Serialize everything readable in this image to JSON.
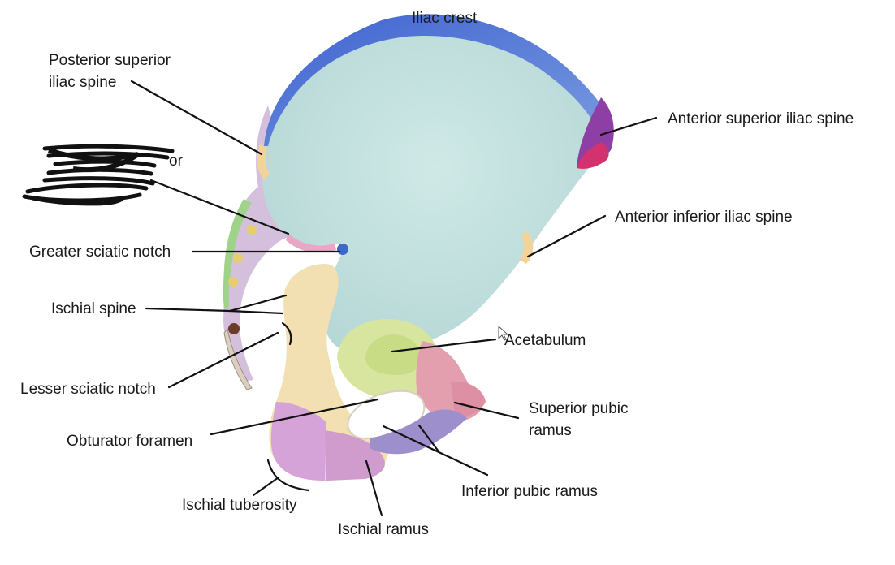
{
  "diagram": {
    "labels": {
      "iliac_crest": "Iliac crest",
      "posterior_superior_iliac_spine_line1": "Posterior superior",
      "posterior_superior_iliac_spine_line2": "iliac spine",
      "anterior_superior_iliac_spine": "Anterior superior iliac spine",
      "anterior_inferior_iliac_spine": "Anterior inferior iliac spine",
      "greater_sciatic_notch": "Greater sciatic notch",
      "ischial_spine": "Ischial spine",
      "acetabulum": "Acetabulum",
      "lesser_sciatic_notch": "Lesser sciatic notch",
      "superior_pubic_ramus_line1": "Superior pubic",
      "superior_pubic_ramus_line2": "ramus",
      "obturator_foramen": "Obturator foramen",
      "inferior_pubic_ramus": "Inferior pubic ramus",
      "ischial_tuberosity": "Ischial tuberosity",
      "ischial_ramus": "Ischial ramus"
    },
    "scribbled_label_visible_fragment": "or",
    "colors": {
      "ilium_body": "#c5e4e2",
      "iliac_crest": "#5b7fd6",
      "anterior_superior_spine": "#a0389a",
      "ischium": "#f3e0b0",
      "ischial_tuberosity": "#d7a4d4",
      "acetabulum": "#d9e6a2",
      "pubis": "#e39aa8",
      "inferior_pubic": "#9b8cc9",
      "sacral_margin": "#d6c2dd"
    }
  }
}
